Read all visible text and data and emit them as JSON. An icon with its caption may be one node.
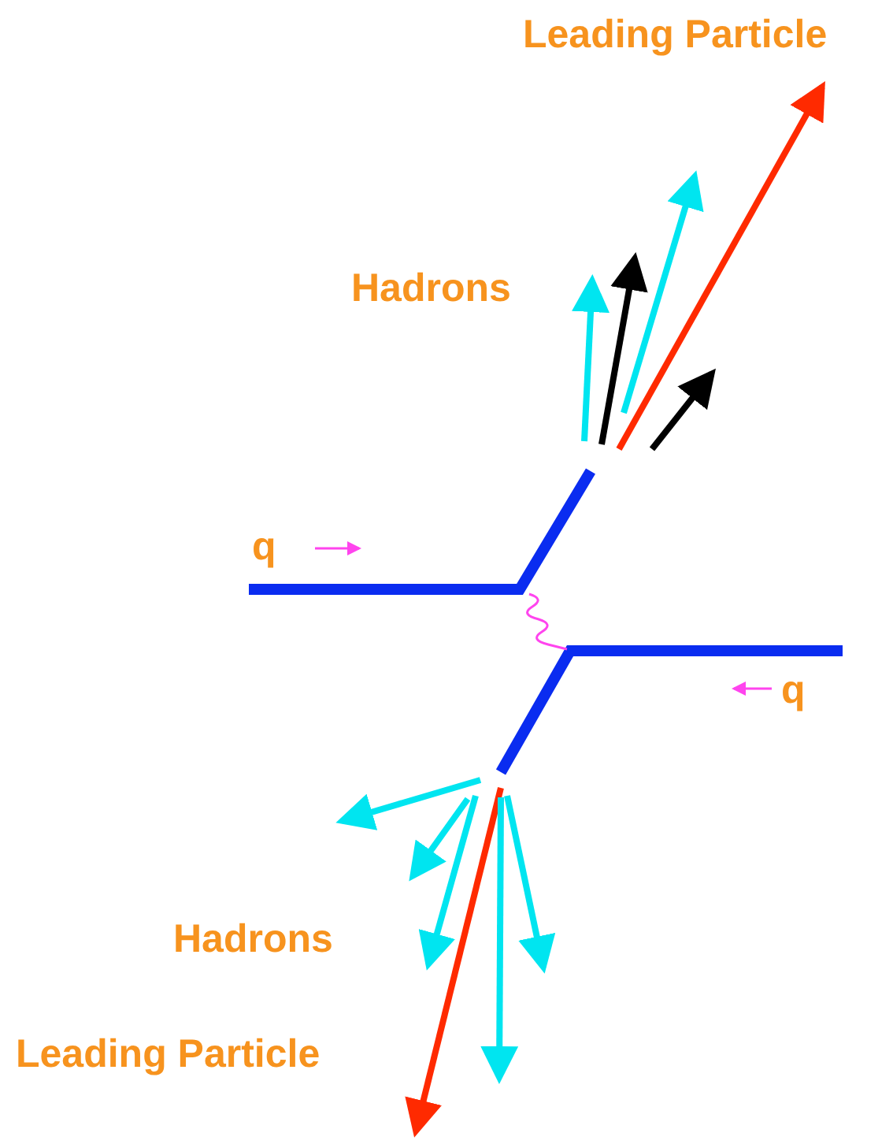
{
  "diagram": {
    "labels": [
      "Leading Particle",
      "Hadrons",
      "q",
      "q",
      "Hadrons",
      "Leading Particle"
    ]
  }
}
